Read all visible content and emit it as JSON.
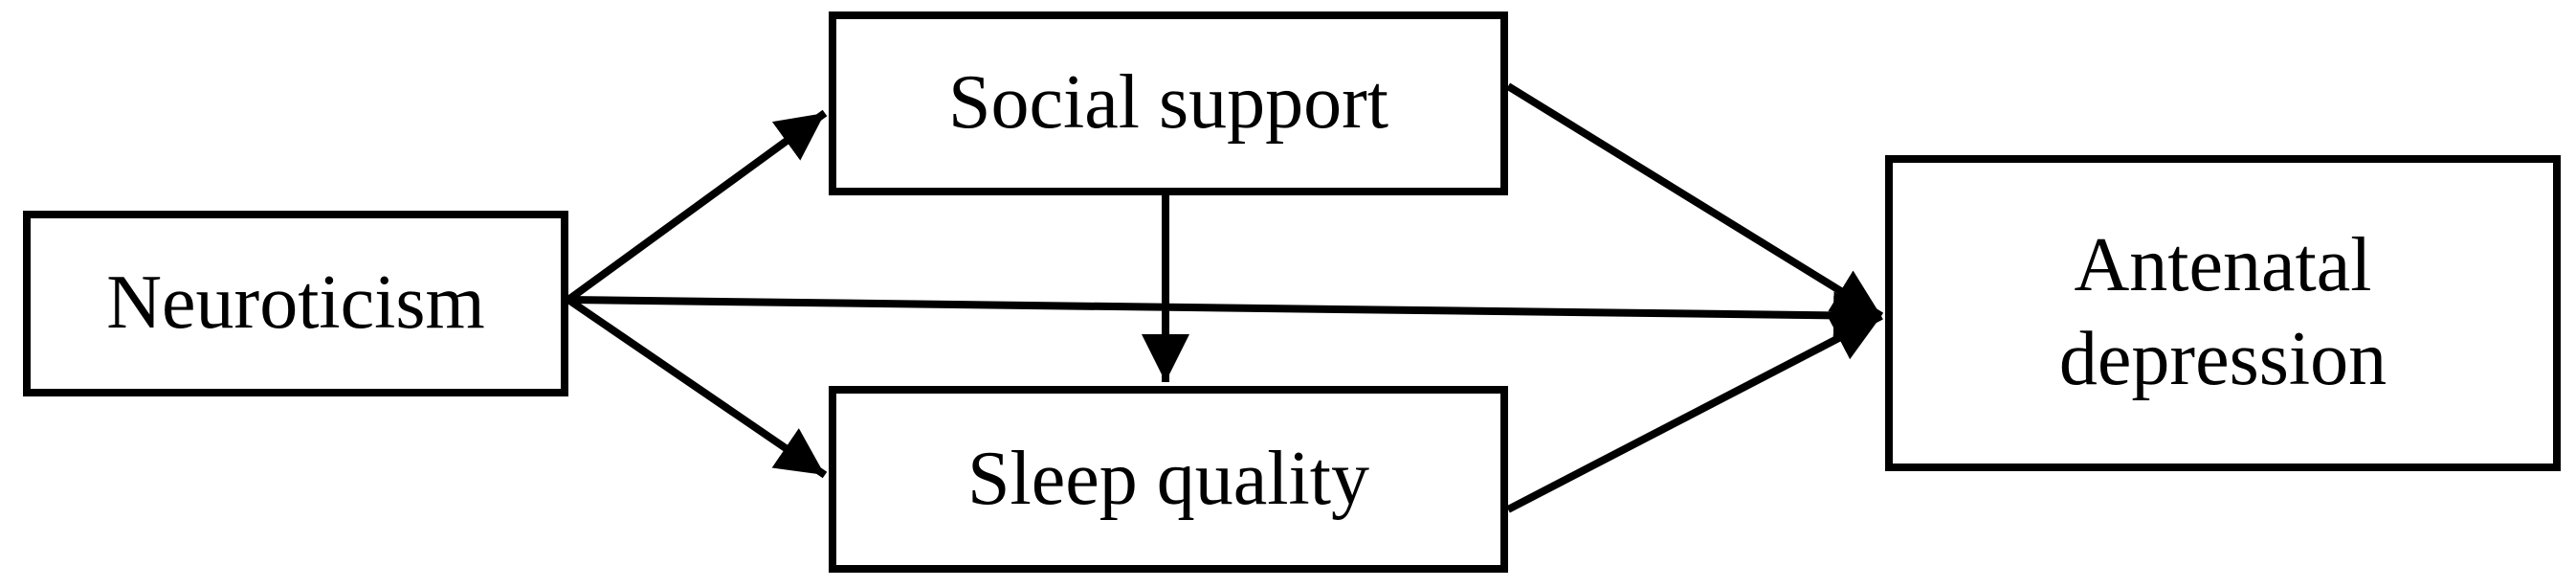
{
  "diagram": {
    "nodes": {
      "neuroticism": {
        "label": "Neuroticism"
      },
      "social_support": {
        "label": "Social support"
      },
      "sleep_quality": {
        "label": "Sleep quality"
      },
      "antenatal_depression": {
        "label": "Antenatal\ndepression"
      }
    },
    "edges": [
      {
        "from": "Neuroticism",
        "to": "Social support"
      },
      {
        "from": "Neuroticism",
        "to": "Sleep quality"
      },
      {
        "from": "Neuroticism",
        "to": "Antenatal depression"
      },
      {
        "from": "Social support",
        "to": "Sleep quality"
      },
      {
        "from": "Social support",
        "to": "Antenatal depression"
      },
      {
        "from": "Sleep quality",
        "to": "Antenatal depression"
      }
    ],
    "colors": {
      "stroke": "#000000",
      "background": "#ffffff"
    }
  }
}
